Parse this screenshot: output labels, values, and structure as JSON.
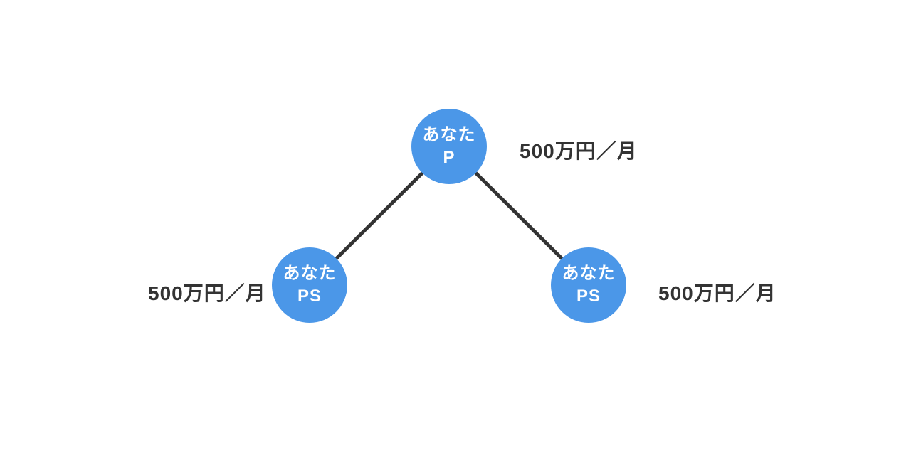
{
  "colors": {
    "background": "#ffffff",
    "node_fill": "#4B97E8",
    "node_text": "#ffffff",
    "edge": "#333333",
    "label_text": "#333333"
  },
  "diagram": {
    "type": "tree",
    "nodes": [
      {
        "id": "parent",
        "line1": "あなた",
        "line2": "P"
      },
      {
        "id": "child-left",
        "line1": "あなた",
        "line2": "PS"
      },
      {
        "id": "child-right",
        "line1": "あなた",
        "line2": "PS"
      }
    ],
    "edges": [
      {
        "from": "parent",
        "to": "child-left"
      },
      {
        "from": "parent",
        "to": "child-right"
      }
    ],
    "labels": [
      {
        "for": "parent",
        "text": "500万円／月",
        "position": "right"
      },
      {
        "for": "child-left",
        "text": "500万円／月",
        "position": "left"
      },
      {
        "for": "child-right",
        "text": "500万円／月",
        "position": "right"
      }
    ]
  }
}
